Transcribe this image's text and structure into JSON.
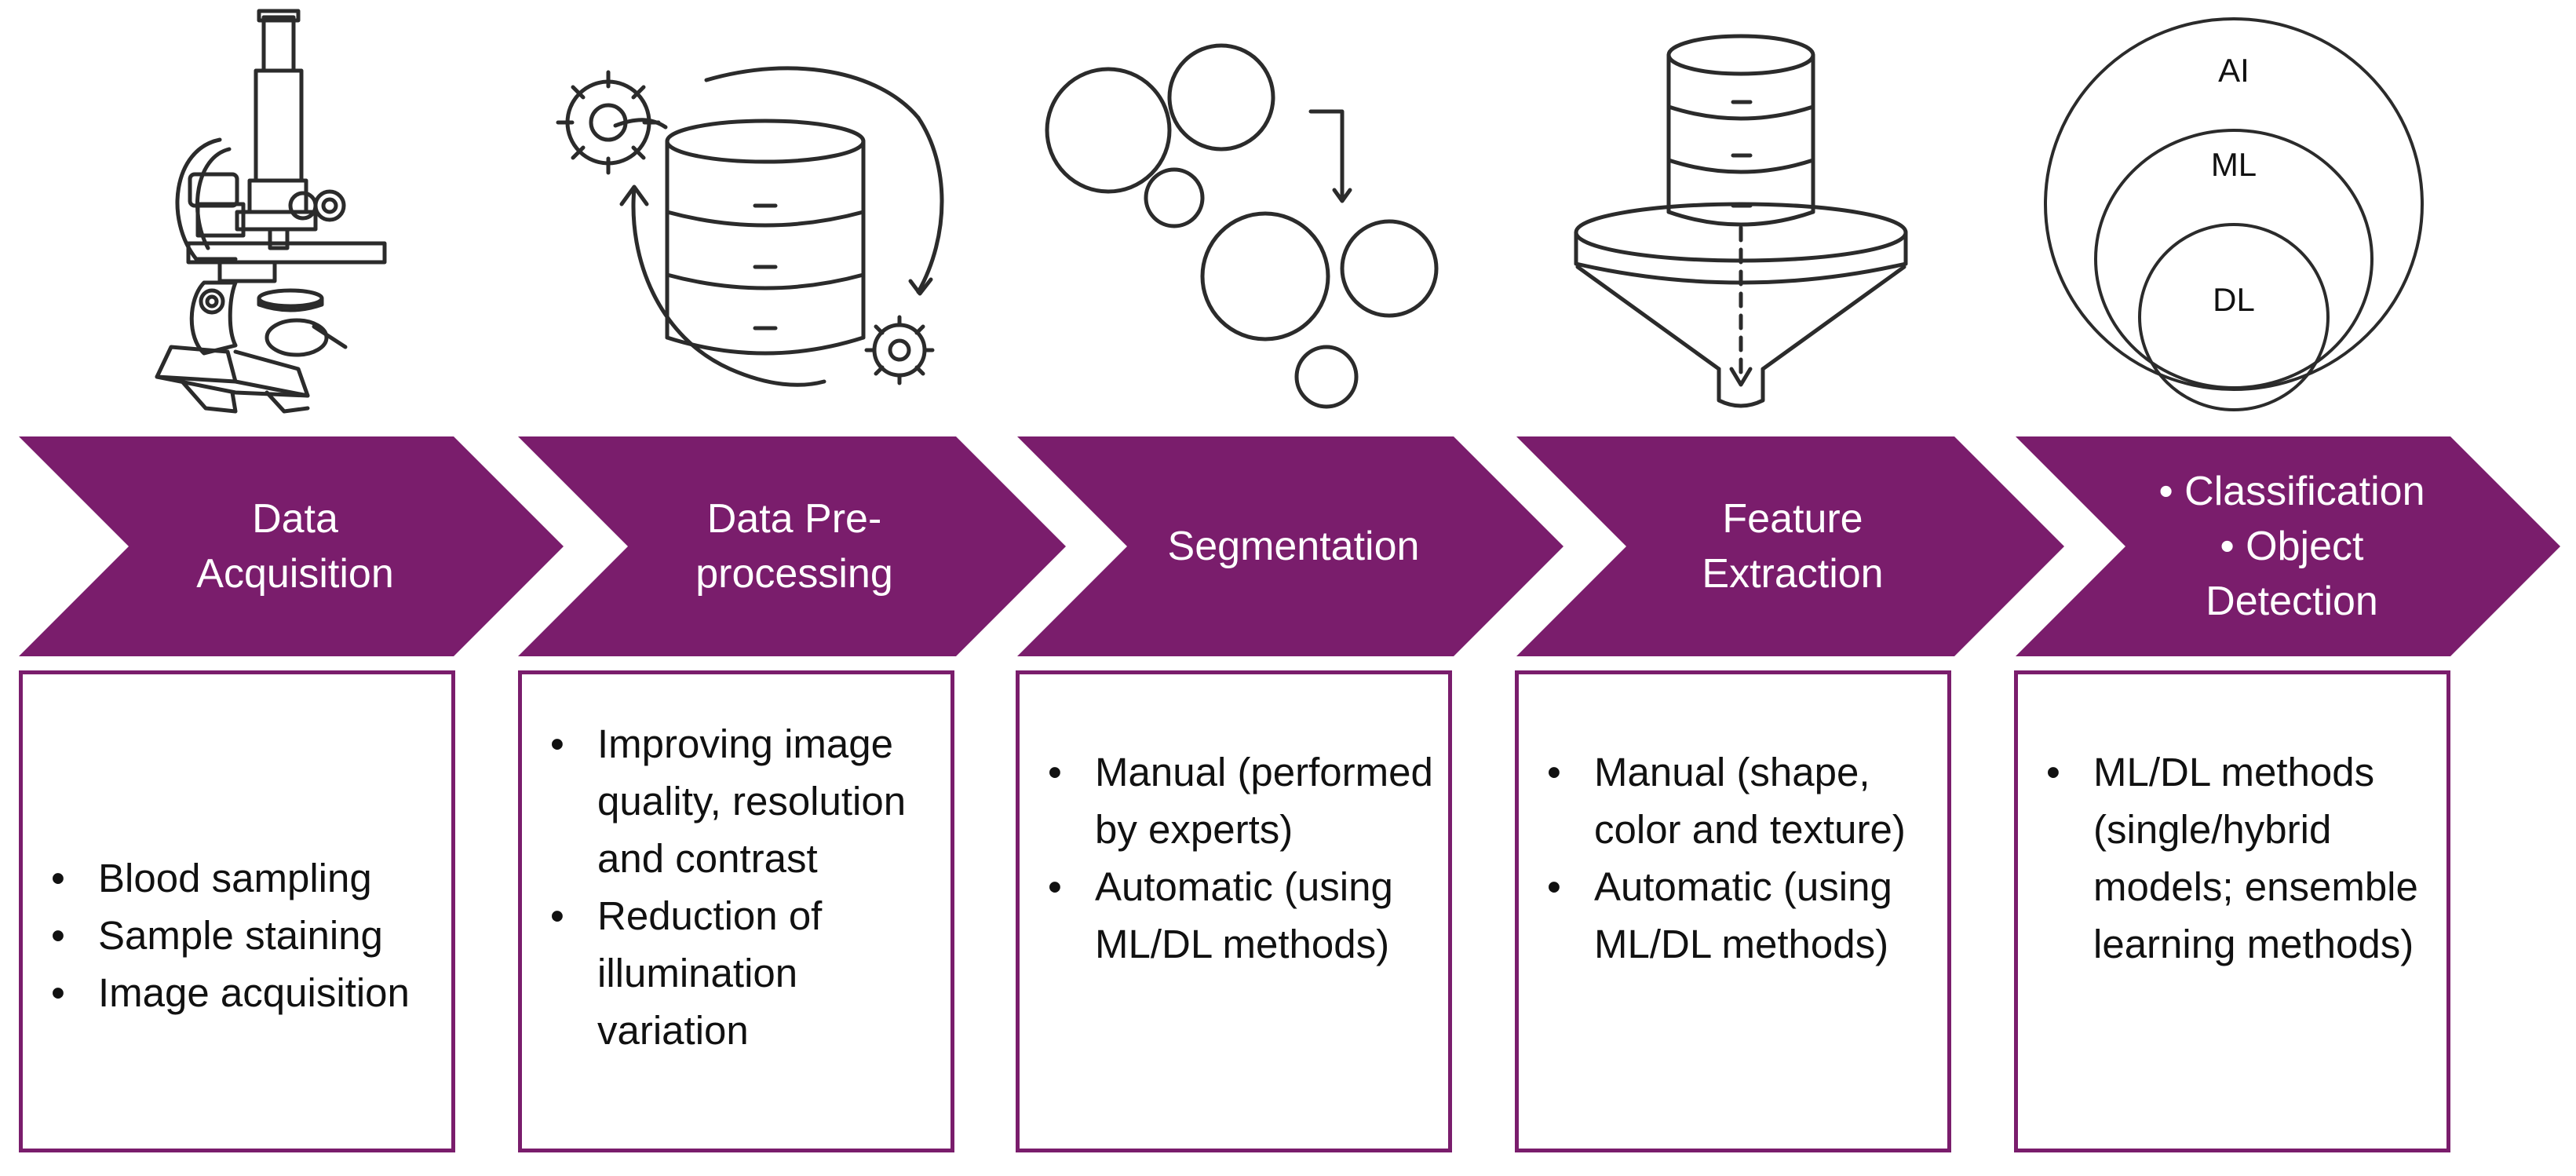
{
  "colors": {
    "accent": "#7a1d6c",
    "line": "#2b2b2b",
    "text": "#111111"
  },
  "stages": [
    {
      "icon": "microscope-icon",
      "label_lines": [
        "Data",
        "Acquisition"
      ],
      "bullets": [
        "Blood sampling",
        "Sample staining",
        "Image acquisition"
      ]
    },
    {
      "icon": "database-cycle-icon",
      "label_lines": [
        "Data Pre-",
        "processing"
      ],
      "bullets": [
        "Improving image quality, resolution and contrast",
        "Reduction of illumination variation"
      ]
    },
    {
      "icon": "cell-segmentation-icon",
      "label_lines": [
        "Segmentation"
      ],
      "bullets": [
        "Manual (performed by experts)",
        "Automatic (using ML/DL methods)"
      ]
    },
    {
      "icon": "database-funnel-icon",
      "label_lines": [
        "Feature",
        "Extraction"
      ],
      "bullets": [
        "Manual (shape, color and texture)",
        "Automatic (using ML/DL methods)"
      ]
    },
    {
      "icon": "ai-ml-dl-circles-icon",
      "label_lines": [
        "• Classification",
        "• Object",
        "Detection"
      ],
      "bullets": [
        "ML/DL methods (single/hybrid models; ensemble learning methods)"
      ]
    }
  ],
  "venn": {
    "outer": "AI",
    "middle": "ML",
    "inner": "DL"
  }
}
